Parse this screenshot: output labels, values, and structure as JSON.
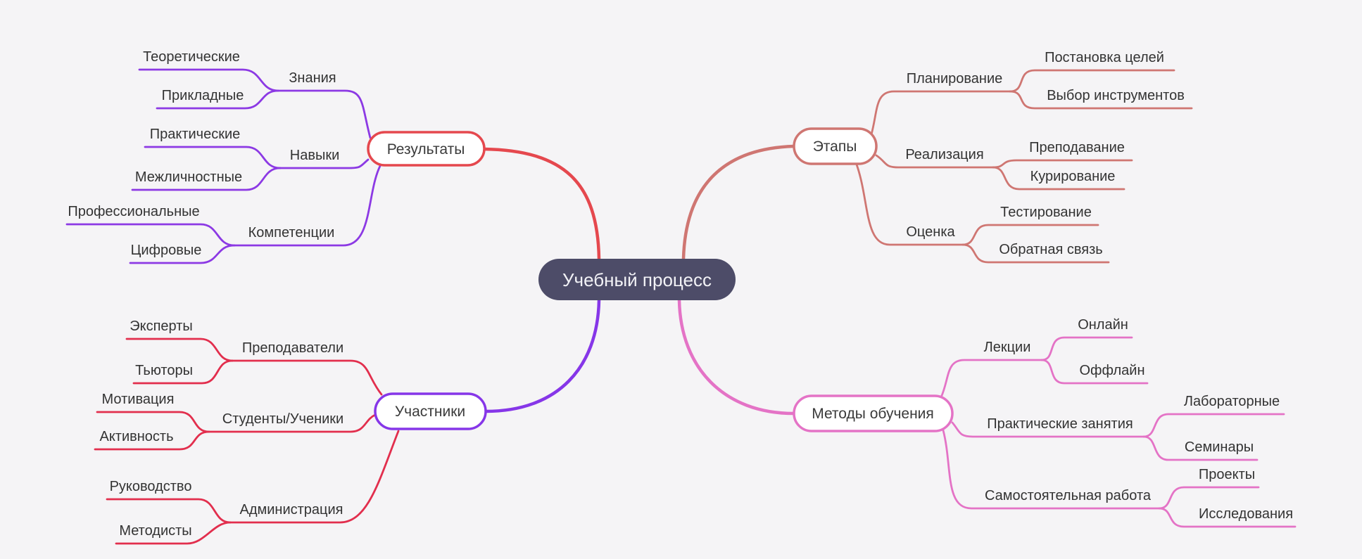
{
  "colors": {
    "canvas": "#f5f4f6",
    "root_bg": "#4d4c68",
    "root_text": "#f2f2f6",
    "node_bg": "#ffffff",
    "label_text": "#333333"
  },
  "mindmap": {
    "root": {
      "label": "Учебный процесс"
    },
    "branches": [
      {
        "label": "Результаты",
        "edge_color": "#e5484e",
        "node_border": "#e5484e",
        "child_line": "#8c39e4",
        "children": [
          {
            "label": "Знания",
            "children": [
              {
                "label": "Теоретические"
              },
              {
                "label": "Прикладные"
              }
            ]
          },
          {
            "label": "Навыки",
            "children": [
              {
                "label": "Практические"
              },
              {
                "label": "Межличностные"
              }
            ]
          },
          {
            "label": "Компетенции",
            "children": [
              {
                "label": "Профессиональные"
              },
              {
                "label": "Цифровые"
              }
            ]
          }
        ]
      },
      {
        "label": "Этапы",
        "edge_color": "#cf7672",
        "node_border": "#cf7672",
        "child_line": "#cf7672",
        "children": [
          {
            "label": "Планирование",
            "children": [
              {
                "label": "Постановка целей"
              },
              {
                "label": "Выбор инструментов"
              }
            ]
          },
          {
            "label": "Реализация",
            "children": [
              {
                "label": "Преподавание"
              },
              {
                "label": "Курирование"
              }
            ]
          },
          {
            "label": "Оценка",
            "children": [
              {
                "label": "Тестирование"
              },
              {
                "label": "Обратная связь"
              }
            ]
          }
        ]
      },
      {
        "label": "Участники",
        "edge_color": "#8636e8",
        "node_border": "#8636e8",
        "child_line": "#e22e4d",
        "children": [
          {
            "label": "Преподаватели",
            "children": [
              {
                "label": "Эксперты"
              },
              {
                "label": "Тьюторы"
              }
            ]
          },
          {
            "label": "Студенты/Ученики",
            "children": [
              {
                "label": "Мотивация"
              },
              {
                "label": "Активность"
              }
            ]
          },
          {
            "label": "Администрация",
            "children": [
              {
                "label": "Руководство"
              },
              {
                "label": "Методисты"
              }
            ]
          }
        ]
      },
      {
        "label": "Методы обучения",
        "edge_color": "#e473c6",
        "node_border": "#e473c6",
        "child_line": "#e473c6",
        "children": [
          {
            "label": "Лекции",
            "children": [
              {
                "label": "Онлайн"
              },
              {
                "label": "Оффлайн"
              }
            ]
          },
          {
            "label": "Практические занятия",
            "children": [
              {
                "label": "Лабораторные"
              },
              {
                "label": "Семинары"
              }
            ]
          },
          {
            "label": "Самостоятельная работа",
            "children": [
              {
                "label": "Проекты"
              },
              {
                "label": "Исследования"
              }
            ]
          }
        ]
      }
    ]
  }
}
